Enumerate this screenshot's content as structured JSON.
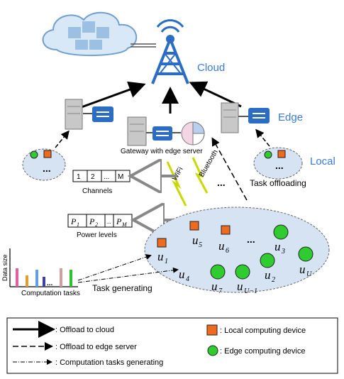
{
  "labels": {
    "cloud": "Cloud",
    "edge": "Edge",
    "local": "Local",
    "gateway": "Gateway with edge server",
    "wifi": "WiFi",
    "bluetooth": "Bluetooth",
    "task_offloading": "Task offloading",
    "channels": "Channels",
    "power_levels": "Power levels",
    "task_generating": "Task generating",
    "data_size": "Data size",
    "computation_tasks": "Computation tasks"
  },
  "channels": [
    "1",
    "2",
    "...",
    "M"
  ],
  "power": [
    "P",
    "P",
    "P"
  ],
  "power_sub": [
    "1",
    "2",
    "M"
  ],
  "users": {
    "u": "u",
    "u5": "5",
    "u6": "6",
    "u3": "3",
    "u1": "1",
    "u4": "4",
    "uU": "U",
    "u7": "7",
    "uU1": "U−1",
    "u2": "2",
    "dots": "..."
  },
  "legend": {
    "offload_cloud": ": Offload to cloud",
    "offload_edge": ": Offload to edge server",
    "computation": ": Computation tasks generating",
    "local_device": ": Local computing device",
    "edge_device": ": Edge computing device"
  },
  "colors": {
    "blue_text": "#3a7bd5",
    "local_orange": "#f06a1e",
    "edge_green": "#2fcc2f",
    "ellipse_fill": "#d5e3f3"
  }
}
